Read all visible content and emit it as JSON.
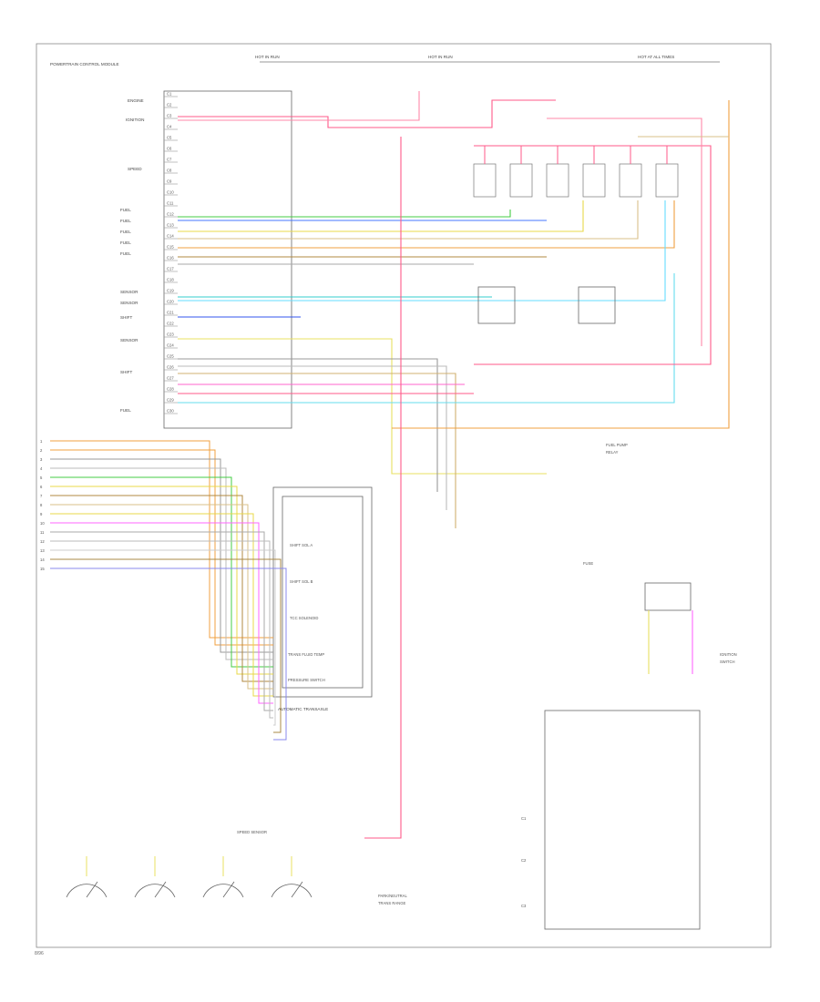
{
  "diagram": {
    "top_labels": [
      "HOT IN RUN",
      "HOT IN RUN",
      "HOT AT ALL TIMES"
    ],
    "ecu_title": "POWERTRAIN CONTROL MODULE",
    "pcm_pins_left": [
      "ENGINE",
      "IGNITION",
      "SPEED",
      "FUEL",
      "FUEL",
      "FUEL",
      "FUEL",
      "FUEL",
      "SENSOR",
      "SENSOR",
      "SHIFT",
      "SHIFT",
      "SENSOR",
      "FUEL"
    ],
    "pcm_pin_numbers": [
      "C1",
      "C2",
      "C3",
      "C4",
      "C5",
      "C6",
      "C7",
      "C8",
      "C9",
      "C10",
      "C11",
      "C12",
      "C13",
      "C14",
      "C15",
      "C16",
      "C17",
      "C18",
      "C19",
      "C20",
      "C21",
      "C22",
      "C23",
      "C24",
      "C25",
      "C26",
      "C27",
      "C28",
      "C29",
      "C30"
    ],
    "lower_left_pins": [
      "1",
      "2",
      "3",
      "4",
      "5",
      "6",
      "7",
      "8",
      "9",
      "10",
      "11",
      "12",
      "13",
      "14",
      "15"
    ],
    "trans_title": "AUTOMATIC TRANSAXLE",
    "trans_inner": [
      "SHIFT SOL A",
      "SHIFT SOL B",
      "TCC SOLENOID",
      "TRANS FLUID TEMP",
      "PRESSURE SWITCH"
    ],
    "bottom_labels": [
      "PARK/NEUTRAL",
      "TRANS RANGE",
      "SPEED SENSOR"
    ],
    "right_labels": [
      "FUEL PUMP",
      "RELAY",
      "FUSE",
      "IGNITION",
      "SWITCH"
    ],
    "connector_labels": [
      "C1",
      "C2",
      "C3"
    ],
    "page_ref": "8/96"
  }
}
